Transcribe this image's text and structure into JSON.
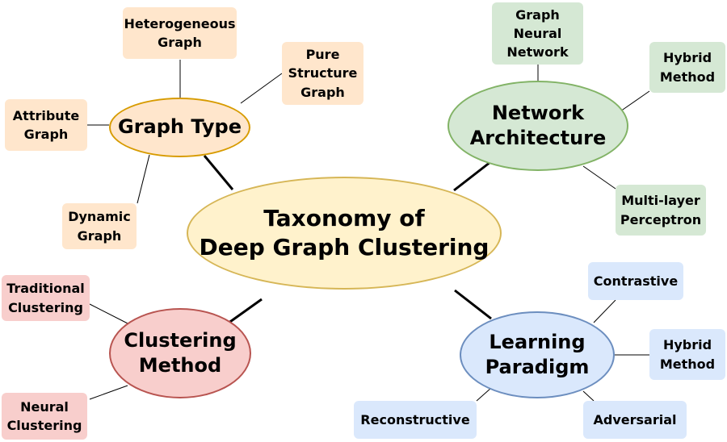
{
  "center": {
    "label": "Taxonomy of\nDeep Graph Clustering"
  },
  "graph_type": {
    "label": "Graph Type",
    "children": [
      "Heterogeneous\nGraph",
      "Pure\nStructure\nGraph",
      "Attribute\nGraph",
      "Dynamic\nGraph"
    ]
  },
  "network_architecture": {
    "label": "Network\nArchitecture",
    "children": [
      "Graph\nNeural\nNetwork",
      "Hybrid\nMethod",
      "Multi-layer\nPerceptron"
    ]
  },
  "clustering_method": {
    "label": "Clustering\nMethod",
    "children": [
      "Traditional\nClustering",
      "Neural\nClustering"
    ]
  },
  "learning_paradigm": {
    "label": "Learning\nParadigm",
    "children": [
      "Contrastive",
      "Hybrid\nMethod",
      "Reconstructive",
      "Adversarial"
    ]
  },
  "colors": {
    "center_fill": "#fff2cc",
    "center_stroke": "#d6b656",
    "graph_type_fill": "#ffe6cc",
    "graph_type_stroke": "#d79b00",
    "network_fill": "#d5e8d4",
    "network_stroke": "#82b366",
    "clustering_fill": "#f8cecc",
    "clustering_stroke": "#b85450",
    "learning_fill": "#dae8fc",
    "learning_stroke": "#6c8ebf"
  }
}
